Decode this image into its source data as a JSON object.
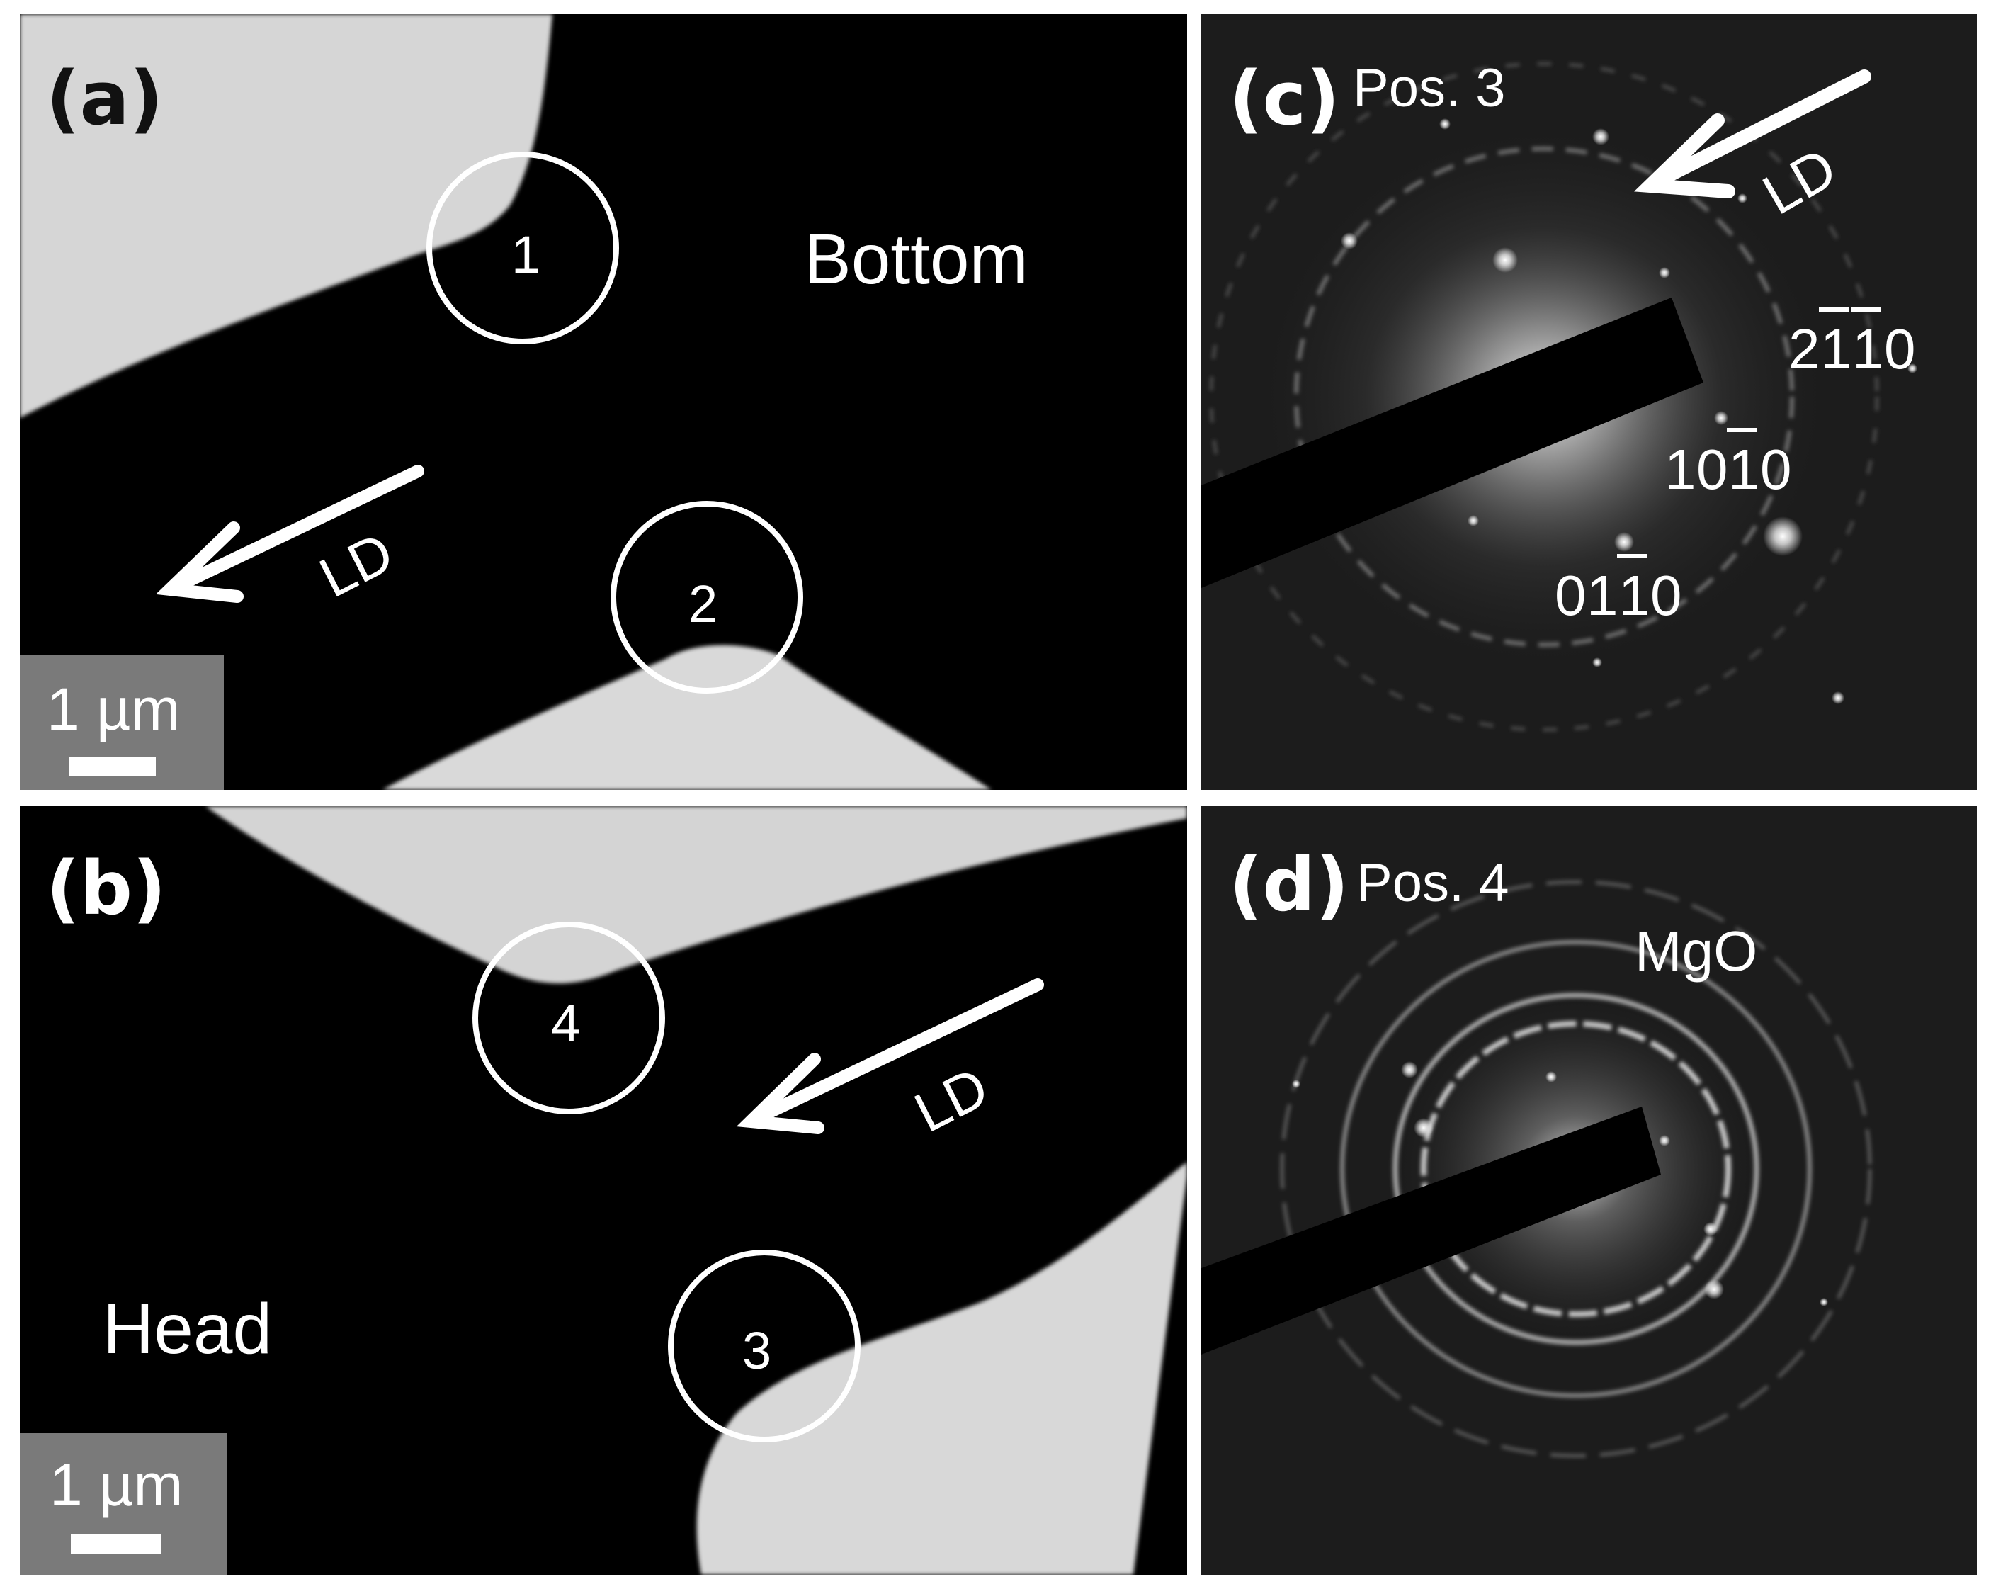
{
  "figure": {
    "panels": {
      "a": {
        "label": "(a)",
        "region_label": "Bottom",
        "direction_label": "LD",
        "positions": [
          "1",
          "2"
        ],
        "scale_bar": "1 µm"
      },
      "b": {
        "label": "(b)",
        "region_label": "Head",
        "direction_label": "LD",
        "positions": [
          "4",
          "3"
        ],
        "scale_bar": "1 µm"
      },
      "c": {
        "label": "(c)",
        "position_label": "Pos. 3",
        "direction_label": "LD",
        "indices": [
          {
            "digits": [
              "2",
              "1",
              "1",
              "0"
            ],
            "overbar": [
              false,
              true,
              true,
              false
            ]
          },
          {
            "digits": [
              "1",
              "0",
              "1",
              "0"
            ],
            "overbar": [
              false,
              false,
              true,
              false
            ]
          },
          {
            "digits": [
              "0",
              "1",
              "1",
              "0"
            ],
            "overbar": [
              false,
              false,
              true,
              false
            ]
          }
        ]
      },
      "d": {
        "label": "(d)",
        "position_label": "Pos. 4",
        "phase_label": "MgO"
      }
    }
  }
}
